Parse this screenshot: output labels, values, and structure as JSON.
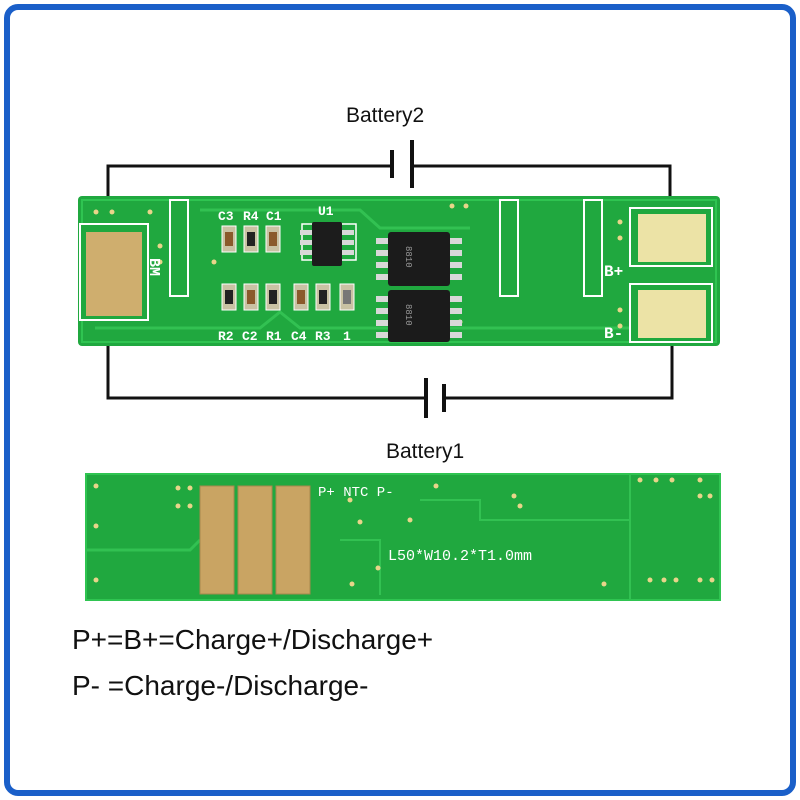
{
  "diagram": {
    "battery_top_label": "Battery2",
    "battery_bottom_label": "Battery1",
    "front_board": {
      "pad_left_label": "BM",
      "pad_b_plus_label": "B+",
      "pad_b_minus_label": "B-",
      "components": {
        "c3": "C3",
        "r4": "R4",
        "c1": "C1",
        "u1": "U1",
        "r2": "R2",
        "c2": "C2",
        "r1": "R1",
        "c4": "C4",
        "r3": "R3",
        "one": "1",
        "ic_mark": "8810"
      }
    },
    "back_board": {
      "pins_label": "P+ NTC P-",
      "dimensions_label": "L50*W10.2*T1.0mm"
    },
    "legend": [
      "P+=B+=Charge+/Discharge+",
      "P- =Charge-/Discharge-"
    ]
  },
  "colors": {
    "frame": "#1a5fc9",
    "pcb": "#1fa83e",
    "silk": "#ffffff",
    "pad_gold": "#cfae6e",
    "pad_tin": "#ece3a6",
    "wire": "#111111"
  }
}
